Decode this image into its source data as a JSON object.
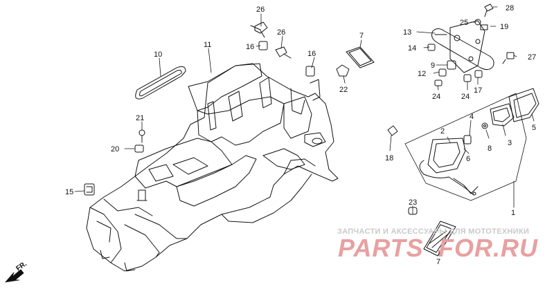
{
  "diagram": {
    "callouts": [
      "1",
      "2",
      "3",
      "4",
      "5",
      "6",
      "7",
      "7",
      "8",
      "9",
      "10",
      "11",
      "12",
      "13",
      "14",
      "15",
      "16",
      "16",
      "17",
      "18",
      "19",
      "20",
      "21",
      "22",
      "23",
      "24",
      "24",
      "25",
      "26",
      "26",
      "27",
      "28"
    ],
    "direction_label": "FR."
  },
  "watermark": {
    "subtitle": "ЗАПЧАСТИ И АКСЕССУАРЫ ДЛЯ МОТОТЕХНИКИ",
    "brand_part1": "PARTS",
    "brand_part2": "FOR.RU",
    "color_accent": "#e8a0a0"
  }
}
